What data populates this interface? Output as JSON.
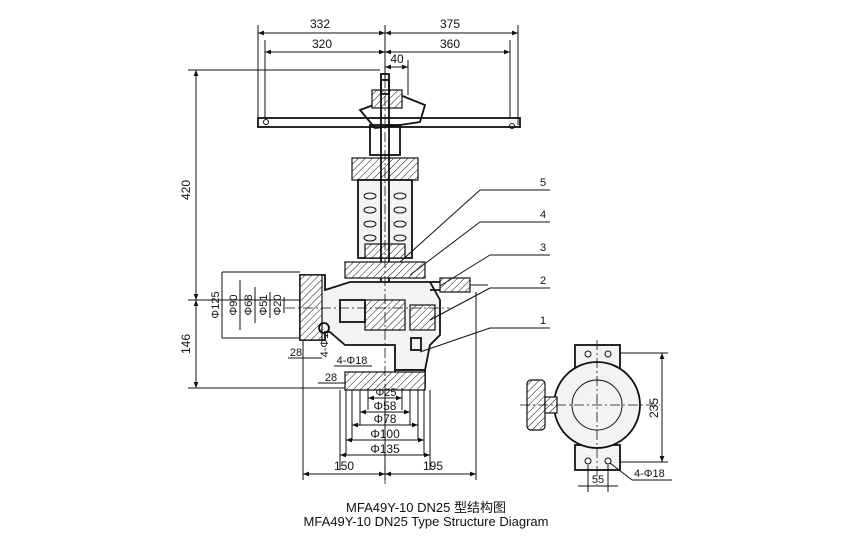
{
  "caption": {
    "chinese": "MFA49Y-10 DN25 型结构图",
    "english": "MFA49Y-10 DN25 Type Structure Diagram"
  },
  "dimensions": {
    "top_left_outer": "332",
    "top_right_outer": "375",
    "top_left_inner": "320",
    "top_right_inner": "360",
    "lever_offset": "40",
    "height_upper": "420",
    "height_lower": "146",
    "side_flange": [
      "Φ125",
      "Φ90",
      "Φ68",
      "Φ51",
      "Φ20"
    ],
    "side_bolts": "4-Φ18",
    "bottom_bolts": "4-Φ18",
    "flange_thickness_upper": "28",
    "flange_thickness_lower": "28",
    "bottom_flange": [
      "Φ25",
      "Φ58",
      "Φ78",
      "Φ100",
      "Φ135"
    ],
    "bottom_left": "150",
    "bottom_right": "195",
    "plan_height": "235",
    "plan_offset": "55",
    "plan_bolts": "4-Φ18"
  },
  "part_labels": [
    "5",
    "4",
    "3",
    "2",
    "1"
  ]
}
